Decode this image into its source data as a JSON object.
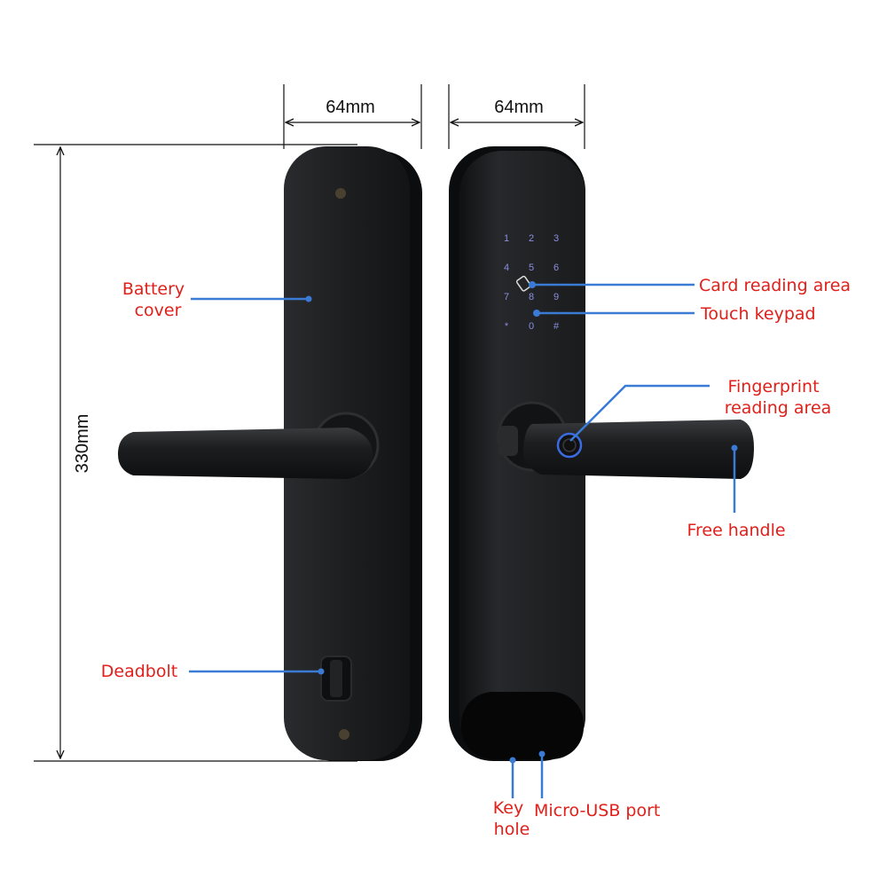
{
  "dimensions": {
    "width_left": "64mm",
    "width_right": "64mm",
    "height": "330mm"
  },
  "keypad": {
    "keys": [
      "1",
      "2",
      "3",
      "4",
      "5",
      "6",
      "7",
      "8",
      "9",
      "*",
      "0",
      "#"
    ]
  },
  "labels": {
    "battery_cover": [
      "Battery",
      "cover"
    ],
    "deadbolt": "Deadbolt",
    "card_reading_area": "Card reading area",
    "touch_keypad": "Touch keypad",
    "fingerprint": [
      "Fingerprint",
      "reading area"
    ],
    "free_handle": "Free handle",
    "key_hole": [
      "Key",
      "hole"
    ],
    "micro_usb": "Micro-USB port"
  },
  "colors": {
    "label": "#e0201a",
    "leader": "#3a7bd5",
    "lock_body": "#1a1b1d"
  }
}
